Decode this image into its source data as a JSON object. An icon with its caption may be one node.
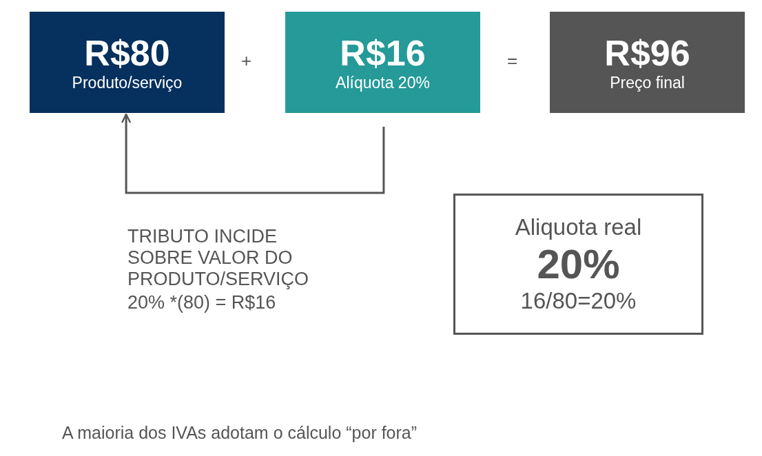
{
  "diagram": {
    "caption": "A maioria dos IVAs adotam o cálculo “por fora”",
    "nodes": [
      {
        "text": [
          "R$80",
          "Produto/serviço"
        ]
      },
      {
        "text": [
          "R$16",
          "Alíquota 20%"
        ]
      },
      {
        "text": [
          "R$96",
          "Preço final"
        ]
      },
      {
        "text": [
          "Aliquota real",
          "20%",
          "16/80=20%"
        ]
      }
    ],
    "edges": [
      {
        "from": 1,
        "to": 0,
        "arrow": "to"
      }
    ],
    "labels": [
      "+",
      "=",
      "TRIBUTO INCIDE SOBRE VALOR DO PRODUTO/SERVIÇO",
      "20% *(80) = R$16"
    ]
  }
}
